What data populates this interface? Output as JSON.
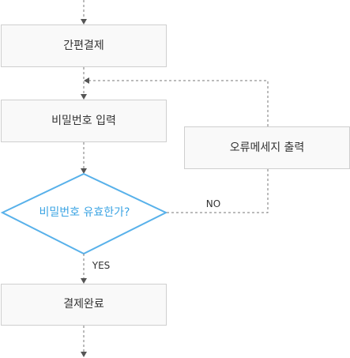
{
  "nodes": {
    "simple_payment": "간편결제",
    "password_input": "비밀번호 입력",
    "error_message": "오류메세지 출력",
    "password_valid": "비밀번호 유효한가?",
    "payment_complete": "결제완료"
  },
  "edges": {
    "no_label": "NO",
    "yes_label": "YES"
  },
  "colors": {
    "decision_stroke": "#58b1ea",
    "decision_text": "#3aa3e3",
    "box_fill": "#f9f9f9",
    "box_stroke": "#cfcfcf"
  }
}
